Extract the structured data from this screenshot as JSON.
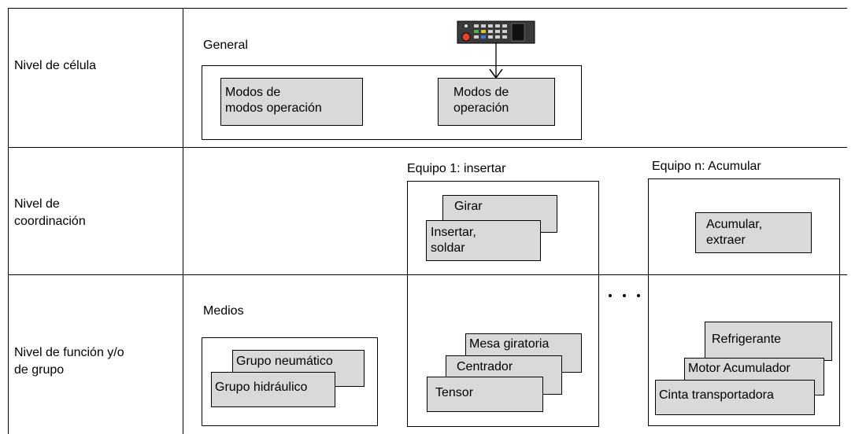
{
  "rows": {
    "cell": "Nivel de célula",
    "coordination": "Nivel de\ncoordinación",
    "function": "Nivel de función y/o\nde grupo"
  },
  "cell": {
    "title": "General",
    "box_modes_of_modes": "Modos de\nmodos operación",
    "box_modes": "Modos de\noperación"
  },
  "equipment1": {
    "title": "Equipo 1: insertar",
    "coord_back": "Girar",
    "coord_front": "Insertar,\nsoldar",
    "func_back": "Mesa giratoria",
    "func_mid": "Centrador",
    "func_front": "Tensor"
  },
  "equipmentN": {
    "title": "Equipo n: Acumular",
    "coord_box": "Acumular,\nextraer",
    "func_back": "Refrigerante",
    "func_mid": "Motor Acumulador",
    "func_front": "Cinta transportadora"
  },
  "media": {
    "title": "Medios",
    "back": "Grupo neumático",
    "front": "Grupo hidráulico"
  },
  "colors": {
    "box_fill": "#d9d9d9",
    "line": "#000000"
  },
  "icons": {
    "control_panel": "control-panel-icon",
    "arrow": "arrow-down-icon",
    "ellipsis": "ellipsis-icon"
  }
}
